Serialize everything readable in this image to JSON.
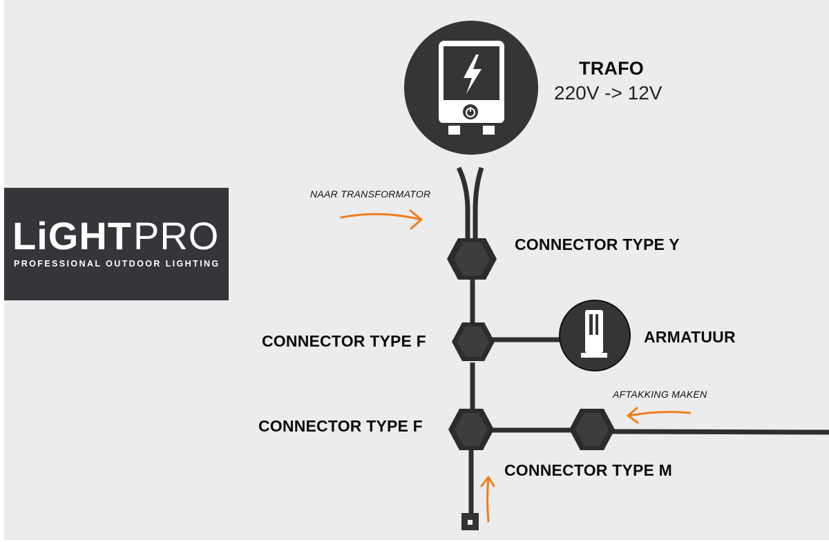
{
  "logo": {
    "word_light": "LiGHT",
    "word_pro": "PRO",
    "tagline": "PROFESSIONAL OUTDOOR LIGHTING"
  },
  "labels": {
    "trafo_title": "TRAFO",
    "trafo_subtitle": "220V -> 12V",
    "connector_y": "CONNECTOR TYPE Y",
    "connector_f_top": "CONNECTOR TYPE F",
    "armatuur": "ARMATUUR",
    "connector_f_bottom": "CONNECTOR TYPE F",
    "connector_m": "CONNECTOR TYPE M"
  },
  "annotations": {
    "naar_transformator": "NAAR TRANSFORMATOR",
    "aftakking_maken": "AFTAKKING MAKEN"
  },
  "icons": {
    "trafo": "transformer-icon",
    "lightning": "lightning-bolt-icon",
    "power": "power-button-icon",
    "armatuur": "bollard-light-icon",
    "connector": "hexagon-connector-icon",
    "arrow": "orange-arrow-icon"
  },
  "colors": {
    "background": "#ececec",
    "dark": "#353535",
    "cable": "#2f2f2f",
    "accent_arrow": "#f07d1a",
    "logo_bg": "#35363a"
  }
}
